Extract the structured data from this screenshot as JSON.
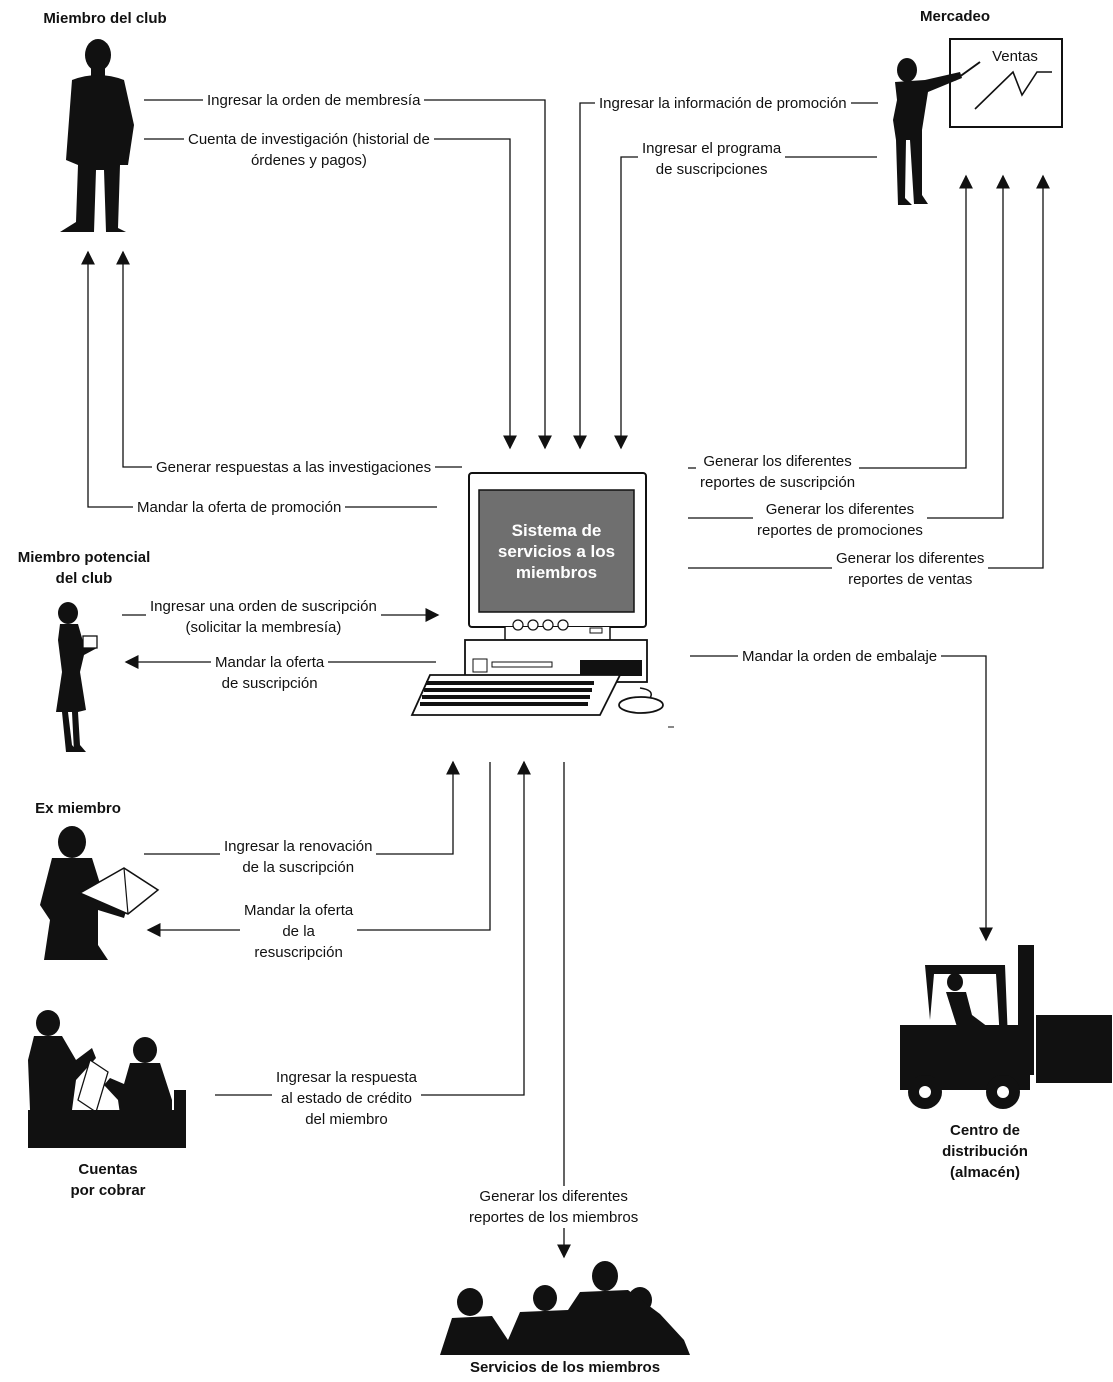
{
  "actors": {
    "club_member": "Miembro del club",
    "marketing": "Mercadeo",
    "marketing_chart": "Ventas",
    "potential_member": [
      "Miembro potencial",
      "del club"
    ],
    "former_member": "Ex miembro",
    "receivables": [
      "Cuentas",
      "por cobrar"
    ],
    "distribution": [
      "Centro de",
      "distribución",
      "(almacén)"
    ],
    "member_services": "Servicios de los miembros"
  },
  "system": [
    "Sistema de",
    "servicios a los",
    "miembros"
  ],
  "flows": {
    "enter_membership_order": "Ingresar la orden de membresía",
    "account_inquiry": [
      "Cuenta de investigación (historial de",
      "órdenes y pagos)"
    ],
    "generate_inquiry_responses": "Generar respuestas a las investigaciones",
    "send_promotion_offer": "Mandar la oferta de promoción",
    "enter_promotion_info": "Ingresar la información de promoción",
    "enter_subscription_program": [
      "Ingresar el programa",
      "de suscripciones"
    ],
    "subscription_reports": [
      "Generar los diferentes",
      "reportes de suscripción"
    ],
    "promotion_reports": [
      "Generar los diferentes",
      "reportes de promociones"
    ],
    "sales_reports": [
      "Generar los diferentes",
      "reportes de ventas"
    ],
    "enter_subscription_order": [
      "Ingresar una orden de suscripción",
      "(solicitar la membresía)"
    ],
    "send_subscription_offer": [
      "Mandar la oferta",
      "de suscripción"
    ],
    "send_packing_order": "Mandar la orden de embalaje",
    "enter_renewal": [
      "Ingresar la renovación",
      "de la suscripción"
    ],
    "send_resubscription_offer": [
      "Mandar la oferta",
      "de la",
      "resuscripción"
    ],
    "enter_credit_response": [
      "Ingresar la respuesta",
      "al estado de crédito",
      "del miembro"
    ],
    "member_reports": [
      "Generar los diferentes",
      "reportes de los miembros"
    ]
  }
}
